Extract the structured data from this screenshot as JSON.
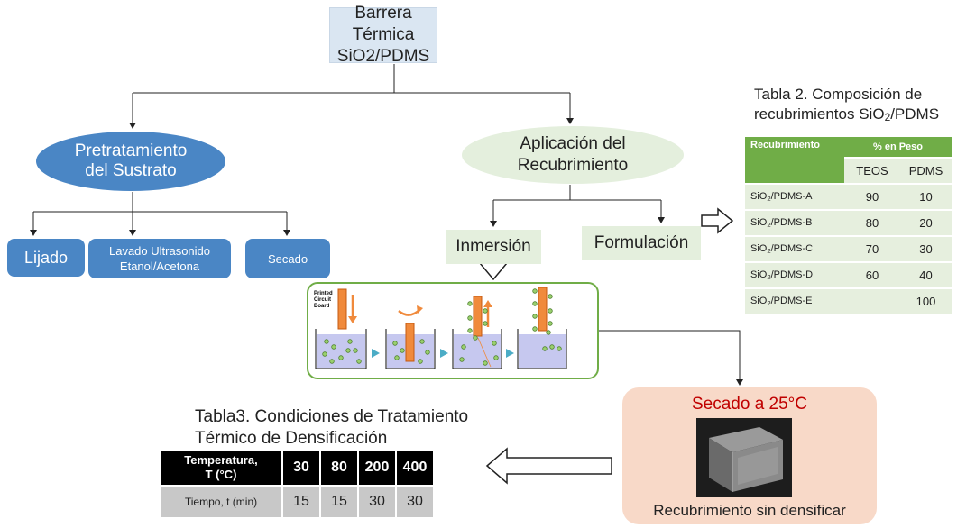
{
  "title": {
    "line1": "Barrera Térmica",
    "line2": "SiO2/PDMS"
  },
  "pretreatment": {
    "label_line1": "Pretratamiento",
    "label_line2": "del Sustrato",
    "steps": {
      "lijado": "Lijado",
      "lavado_line1": "Lavado Ultrasonido",
      "lavado_line2": "Etanol/Acetona",
      "secado": "Secado"
    }
  },
  "application": {
    "label_line1": "Aplicación del",
    "label_line2": "Recubrimiento",
    "inmersion": "Inmersión",
    "formulacion": "Formulación"
  },
  "process_illustration": {
    "board_label_line1": "Printed",
    "board_label_line2": "Circuit",
    "board_label_line3": "Board"
  },
  "table2": {
    "title_line1": "Tabla 2. Composición de",
    "title_line2_prefix": "recubrimientos SiO",
    "title_line2_sub": "2",
    "title_line2_suffix": "/PDMS",
    "header_col1": "Recubrimiento",
    "header_group": "% en Peso",
    "sub_teos": "TEOS",
    "sub_pdms": "PDMS",
    "formula_prefix": "SiO",
    "formula_sub": "2",
    "rows": [
      {
        "suffix": "/PDMS-A",
        "teos": "90",
        "pdms": "10"
      },
      {
        "suffix": "/PDMS-B",
        "teos": "80",
        "pdms": "20"
      },
      {
        "suffix": "/PDMS-C",
        "teos": "70",
        "pdms": "30"
      },
      {
        "suffix": "/PDMS-D",
        "teos": "60",
        "pdms": "40"
      },
      {
        "suffix": "/PDMS-E",
        "teos": "",
        "pdms": "100"
      }
    ]
  },
  "drying": {
    "title": "Secado a 25°C",
    "caption": "Recubrimiento sin densificar"
  },
  "table3": {
    "title_line1": "Tabla3. Condiciones de Tratamiento",
    "title_line2": "Térmico de Densificación",
    "temp_label_line1": "Temperatura,",
    "temp_label_line2": "T (°C)",
    "time_label": "Tiempo, t (min)",
    "temps": [
      "30",
      "80",
      "200",
      "400"
    ],
    "times": [
      "15",
      "15",
      "30",
      "30"
    ]
  },
  "colors": {
    "blue": "#4a86c5",
    "green_light": "#e4efdd",
    "green_table": "#70ad47",
    "peach": "#f8d9c8",
    "red_text": "#c00000"
  }
}
